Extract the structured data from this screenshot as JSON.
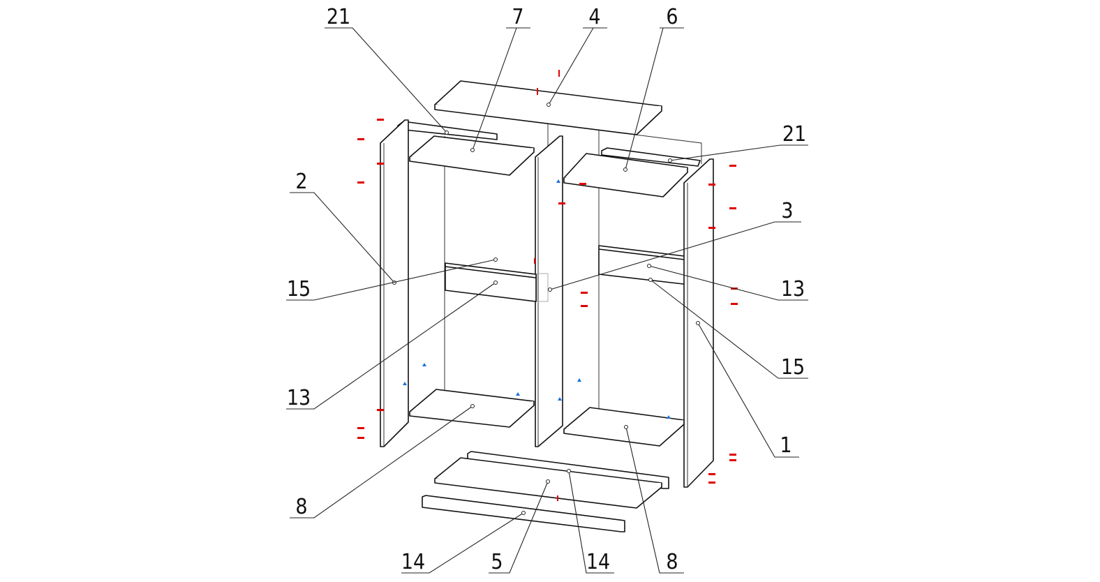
{
  "diagram": {
    "type": "exploded-assembly-drawing",
    "callouts": [
      "21",
      "7",
      "4",
      "6",
      "21",
      "2",
      "3",
      "15",
      "13",
      "15",
      "13",
      "1",
      "8",
      "14",
      "5",
      "14",
      "8"
    ],
    "colors": {
      "line": "#111111",
      "fastener_marks": "#e00000",
      "hint_marks": "#1a6fd8"
    }
  }
}
